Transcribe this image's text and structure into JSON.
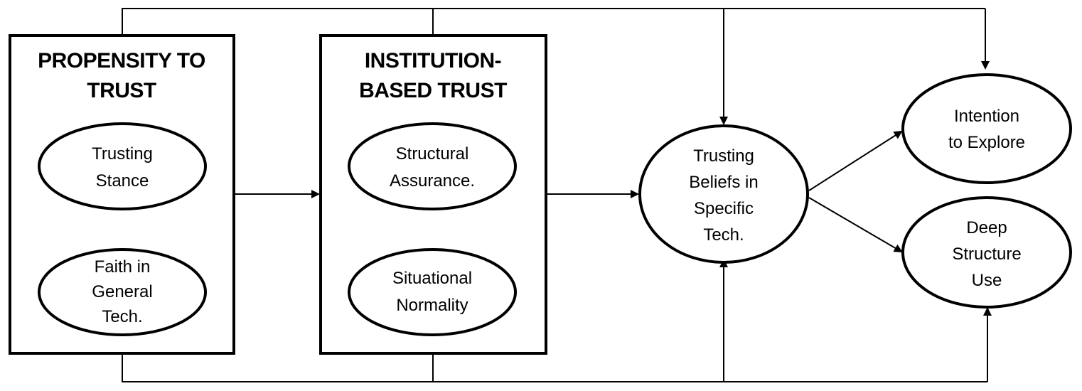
{
  "groups": {
    "propensity": {
      "title_lines": [
        "PROPENSITY TO",
        "TRUST"
      ]
    },
    "institution": {
      "title_lines": [
        "INSTITUTION-",
        "BASED TRUST"
      ]
    }
  },
  "nodes": {
    "trusting_stance": {
      "lines": [
        "Trusting",
        "Stance"
      ]
    },
    "faith_general_tech": {
      "lines": [
        "Faith in",
        "General",
        "Tech."
      ]
    },
    "structural_assurance": {
      "lines": [
        "Structural",
        "Assurance."
      ]
    },
    "situational_normality": {
      "lines": [
        "Situational",
        "Normality"
      ]
    },
    "trusting_beliefs": {
      "lines": [
        "Trusting",
        "Beliefs in",
        "Specific",
        "Tech."
      ]
    },
    "intention_explore": {
      "lines": [
        "Intention",
        "to Explore"
      ]
    },
    "deep_structure_use": {
      "lines": [
        "Deep",
        "Structure",
        "Use"
      ]
    }
  },
  "edges": [
    {
      "from": "propensity",
      "to": "institution"
    },
    {
      "from": "institution",
      "to": "trusting_beliefs"
    },
    {
      "from": "trusting_beliefs",
      "to": "intention_explore"
    },
    {
      "from": "trusting_beliefs",
      "to": "deep_structure_use"
    },
    {
      "from": "propensity",
      "to": "trusting_beliefs",
      "route": "top"
    },
    {
      "from": "institution",
      "to": "trusting_beliefs",
      "route": "top"
    },
    {
      "from": "propensity",
      "to": "intention_explore",
      "route": "top"
    },
    {
      "from": "institution",
      "to": "intention_explore",
      "route": "top"
    },
    {
      "from": "propensity",
      "to": "trusting_beliefs",
      "route": "bottom"
    },
    {
      "from": "institution",
      "to": "trusting_beliefs",
      "route": "bottom"
    },
    {
      "from": "propensity",
      "to": "deep_structure_use",
      "route": "bottom"
    },
    {
      "from": "institution",
      "to": "deep_structure_use",
      "route": "bottom"
    }
  ]
}
